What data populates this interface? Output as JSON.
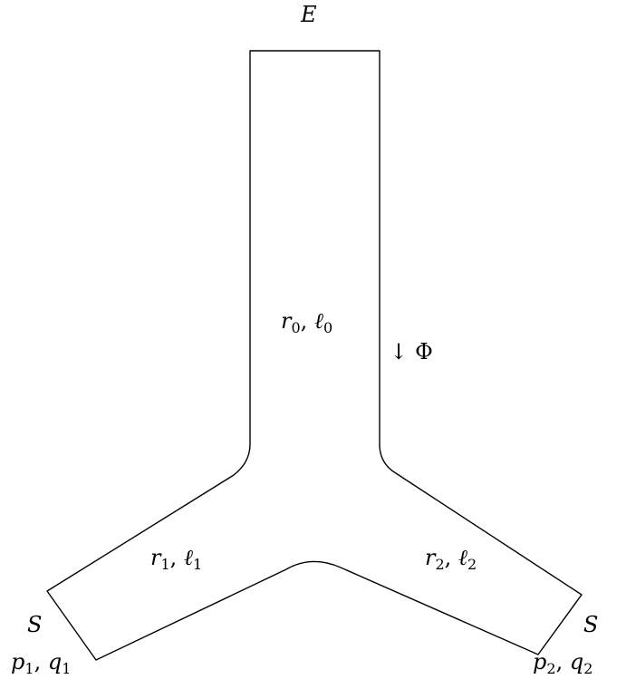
{
  "diagram": {
    "top_label": "E",
    "trunk": {
      "radius": "r",
      "length": "ℓ",
      "index": "0"
    },
    "branch_left": {
      "radius": "r",
      "length": "ℓ",
      "index": "1"
    },
    "branch_right": {
      "radius": "r",
      "length": "ℓ",
      "index": "2"
    },
    "flux_arrow": "↓",
    "flux_symbol": "Φ",
    "source_left": {
      "label": "S",
      "p": "p",
      "q": "q",
      "index": "1"
    },
    "source_right": {
      "label": "S",
      "p": "p",
      "q": "q",
      "index": "2"
    },
    "colors": {
      "stroke": "#000000",
      "background": "#ffffff"
    }
  }
}
